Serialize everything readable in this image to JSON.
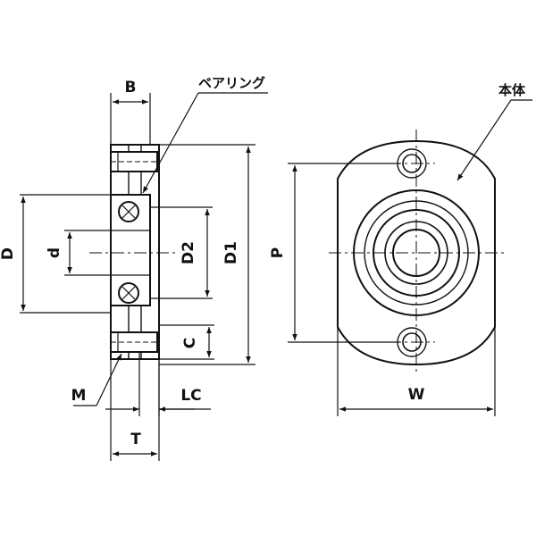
{
  "labels": {
    "B": "B",
    "bearing": "ベアリング",
    "body": "本体",
    "D": "D",
    "d": "d",
    "D2": "D2",
    "D1": "D1",
    "P": "P",
    "C": "C",
    "M": "M",
    "LC": "LC",
    "T": "T",
    "W": "W"
  }
}
